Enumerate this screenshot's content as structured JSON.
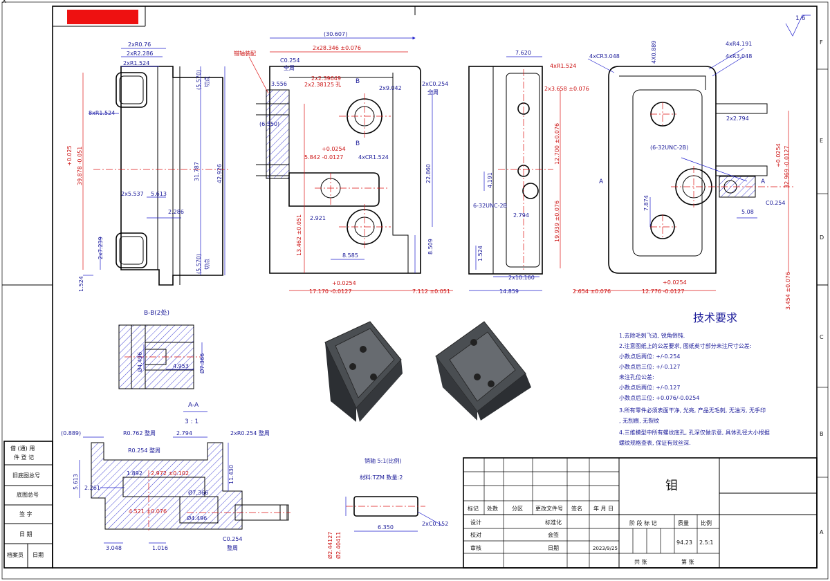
{
  "window": {
    "close_glyph": "x"
  },
  "border": {
    "zones_right": [
      "F",
      "E",
      "D",
      "C",
      "B",
      "A"
    ]
  },
  "surface_finish": {
    "value": "1.6"
  },
  "view_left": {
    "dims": [
      "2xR0.76",
      "2xR2.286",
      "2xR1.524",
      "8xR1.524",
      "+0.025",
      "39.878 -0.051",
      "31.787",
      "42.926",
      "(5.570)",
      "(5.570)",
      "切点",
      "切点",
      "2x5.537",
      "5.613",
      "2.286",
      "2x7.239",
      "1.524"
    ]
  },
  "view_front": {
    "dims": [
      "(30.607)",
      "2x28.346 ±0.076",
      "C0.254",
      "全周",
      "3.556",
      "2x2.39649",
      "2x2.38125",
      "孔",
      "2x9.042",
      "2xC0.254",
      "全周",
      "(6.350)",
      "+0.0254",
      "5.842 -0.0127",
      "4xCR1.524",
      "22.860",
      "2.921",
      "13.462 ±0.051",
      "8.585",
      "8.509",
      "+0.0254",
      "17.170 -0.0127",
      "7.112 ±0.051"
    ],
    "callout": "错轴装配",
    "section_labels": [
      "B",
      "B"
    ]
  },
  "view_side": {
    "dims": [
      "7.620",
      "4xR1.524",
      "2x3.658 ±0.076",
      "12.700 ±0.076",
      "4.191",
      "6-32UNC-2B",
      "2.794",
      "19.939 ±0.076",
      "1.524",
      "2x10.160",
      "14.859"
    ]
  },
  "view_right": {
    "dims": [
      "4xCR3.048",
      "4X0.889",
      "4xR4.191",
      "4xR3.048",
      "2x2.794",
      "(6-32UNC-2B)",
      "+0.0254",
      "32.969 -0.0127",
      "7.874",
      "C0.254",
      "5.08",
      "+0.0254",
      "12.776 -0.0127",
      "2.654 ±0.076",
      "3.454 ±0.076"
    ],
    "arrow_labels": [
      "A",
      "A"
    ]
  },
  "section_bb": {
    "title": "B-B(2处)",
    "dims": [
      "Ø4.496",
      "4.953",
      "Ø7.366"
    ]
  },
  "section_aa": {
    "title": "A-A",
    "scale": "3 : 1",
    "dims": [
      "(0.889)",
      "R0.762 整周",
      "2.794",
      "2xR0.254 整周",
      "R0.254 整周",
      "5.613",
      "2.261",
      "1.892",
      "2.972 ±0.102",
      "11.430",
      "Ø7.366",
      "4.521 ±0.076",
      "Ø4.496",
      "C0.254",
      "整周",
      "3.048",
      "1.016"
    ]
  },
  "pin": {
    "title": "销轴 5:1(比例)",
    "material": "材料:TZM 数量:2",
    "dims": [
      "Ø2.44127",
      "Ø2.40411",
      "6.350",
      "2xC0.152"
    ]
  },
  "tech_requirements": {
    "heading": "技术要求",
    "lines": [
      "1.去除毛刺飞边, 锐角倒钝.",
      "2.注意图纸上的公差要求, 图纸英寸部分未注尺寸公差:",
      "小数点后两位: +/-0.254",
      "小数点后三位: +/-0.127",
      "未注孔位公差:",
      "小数点后两位: +/-0.127",
      "小数点后三位: +0.076/-0.0254",
      "3.所有零件必须表面干净, 光亮, 产品无毛刺, 无油污, 无手印",
      ", 无刮痕, 无裂纹",
      "4.三维模型中所有螺纹底孔, 孔深仅做示意, 具体孔径大小根据",
      "螺纹规格查表, 保证有效丝深."
    ]
  },
  "title_block": {
    "part_name": "钼",
    "row_headers": [
      "标记",
      "处数",
      "分区",
      "更改文件号",
      "签名",
      "年 月 日"
    ],
    "design": "设计",
    "check": "校对",
    "review": "审核",
    "standardize": "标准化",
    "countersign": "会签",
    "date_label": "日期",
    "date": "2023/9/25",
    "stage_mark": "阶 段 标 记",
    "mass_label": "质量",
    "scale_label": "比例",
    "mass": "94.23",
    "scale": "2.5:1",
    "total_sheets": "共   张",
    "sheet_no": "第   张"
  },
  "left_strip": {
    "items": [
      "借 (通) 用\n件 登 记",
      "旧底图总号",
      "底图总号",
      "签 字",
      "日 期"
    ],
    "archivist": "档案员",
    "date": "日期"
  },
  "colors": {
    "stamp": "#ee1111",
    "dimension": "#1a1acc",
    "center": "#dd1111"
  }
}
